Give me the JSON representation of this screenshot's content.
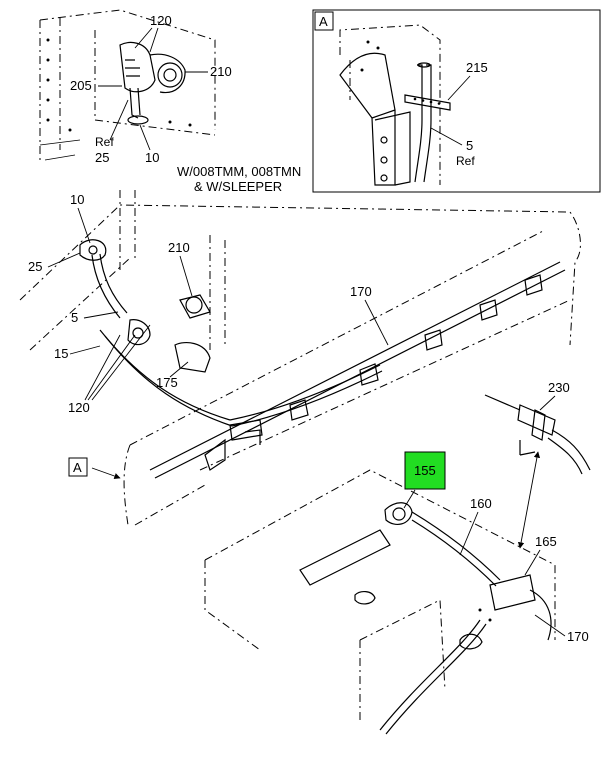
{
  "callouts": {
    "c120_top": "120",
    "c205": "205",
    "c210_top": "210",
    "ref_label_top": "Ref",
    "c25_top": "25",
    "c10_top": "10",
    "variant_note_line1": "W/008TMM, 008TMN",
    "variant_note_line2": "& W/SLEEPER",
    "view_box_letter": "A",
    "c215": "215",
    "c5_view": "5",
    "ref_label_view": "Ref",
    "c10_mid": "10",
    "c25_mid": "25",
    "c210_mid": "210",
    "c170_mid": "170",
    "c5_mid": "5",
    "c15": "15",
    "c175": "175",
    "c120_mid": "120",
    "view_marker_letter": "A",
    "c230": "230",
    "c155": "155",
    "c160": "160",
    "c165": "165",
    "c170_low": "170"
  },
  "highlight": {
    "part": "155",
    "color": "#22dd22"
  }
}
